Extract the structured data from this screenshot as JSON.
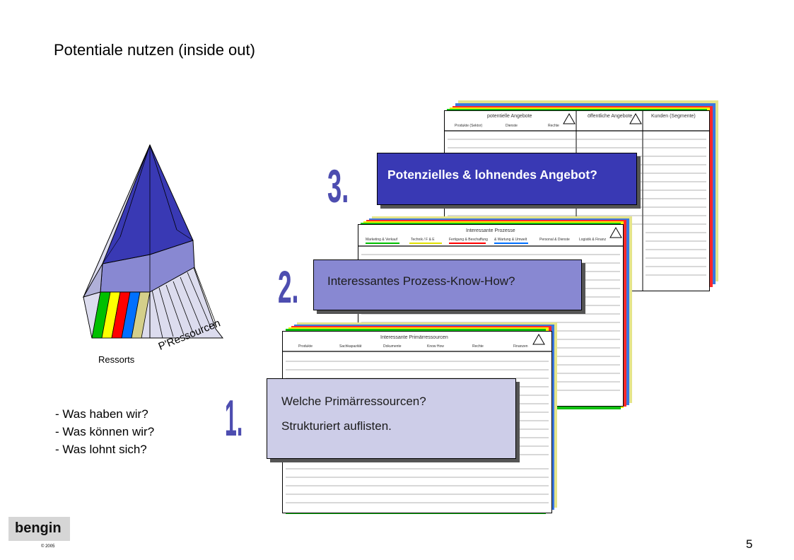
{
  "slide": {
    "title": "Potentiale nutzen (inside out)",
    "page_number": "5",
    "logo": "bengin",
    "copyright": "© 2005"
  },
  "pyramid": {
    "label_ressorts": "Ressorts",
    "label_pressourcen": "P'Ressourcen",
    "band_colors": [
      "#00c000",
      "#ffff00",
      "#ff0000",
      "#0070ff",
      "#d4cf8a",
      "#e8e8b0"
    ]
  },
  "questions": [
    "- Was haben wir?",
    "- Was können wir?",
    "- Was lohnt sich?"
  ],
  "steps": {
    "step3": {
      "number": "3.",
      "text": "Potenzielles & lohnendes Angebot?"
    },
    "step2": {
      "number": "2.",
      "text": "Interessantes Prozess-Know-How?"
    },
    "step1": {
      "number": "1.",
      "line1": "Welche Primärressourcen?",
      "line2": "Strukturiert auflisten."
    }
  },
  "sheets": {
    "sheet3": {
      "col1": "potentielle Angebote",
      "col2": "öffentliche Angebote",
      "col3": "Kunden (Segmente)",
      "sub": [
        "Produkte (Sektor)",
        "Dienste",
        "Rechte"
      ]
    },
    "sheet2": {
      "title": "Interessante Prozesse",
      "cols": [
        "Marketing & Verkauf",
        "Technik / F & E",
        "Fertigung & Beschaffung",
        "& Wartung & Umwelt",
        "Personal & Dienste",
        "Logistik & Finanz"
      ]
    },
    "sheet1": {
      "title": "Interessante Primärressourcen",
      "cols": [
        "Produkte",
        "Sachkapazität",
        "Dokumente",
        "Know How",
        "Rechte",
        "Finanzen"
      ]
    }
  }
}
